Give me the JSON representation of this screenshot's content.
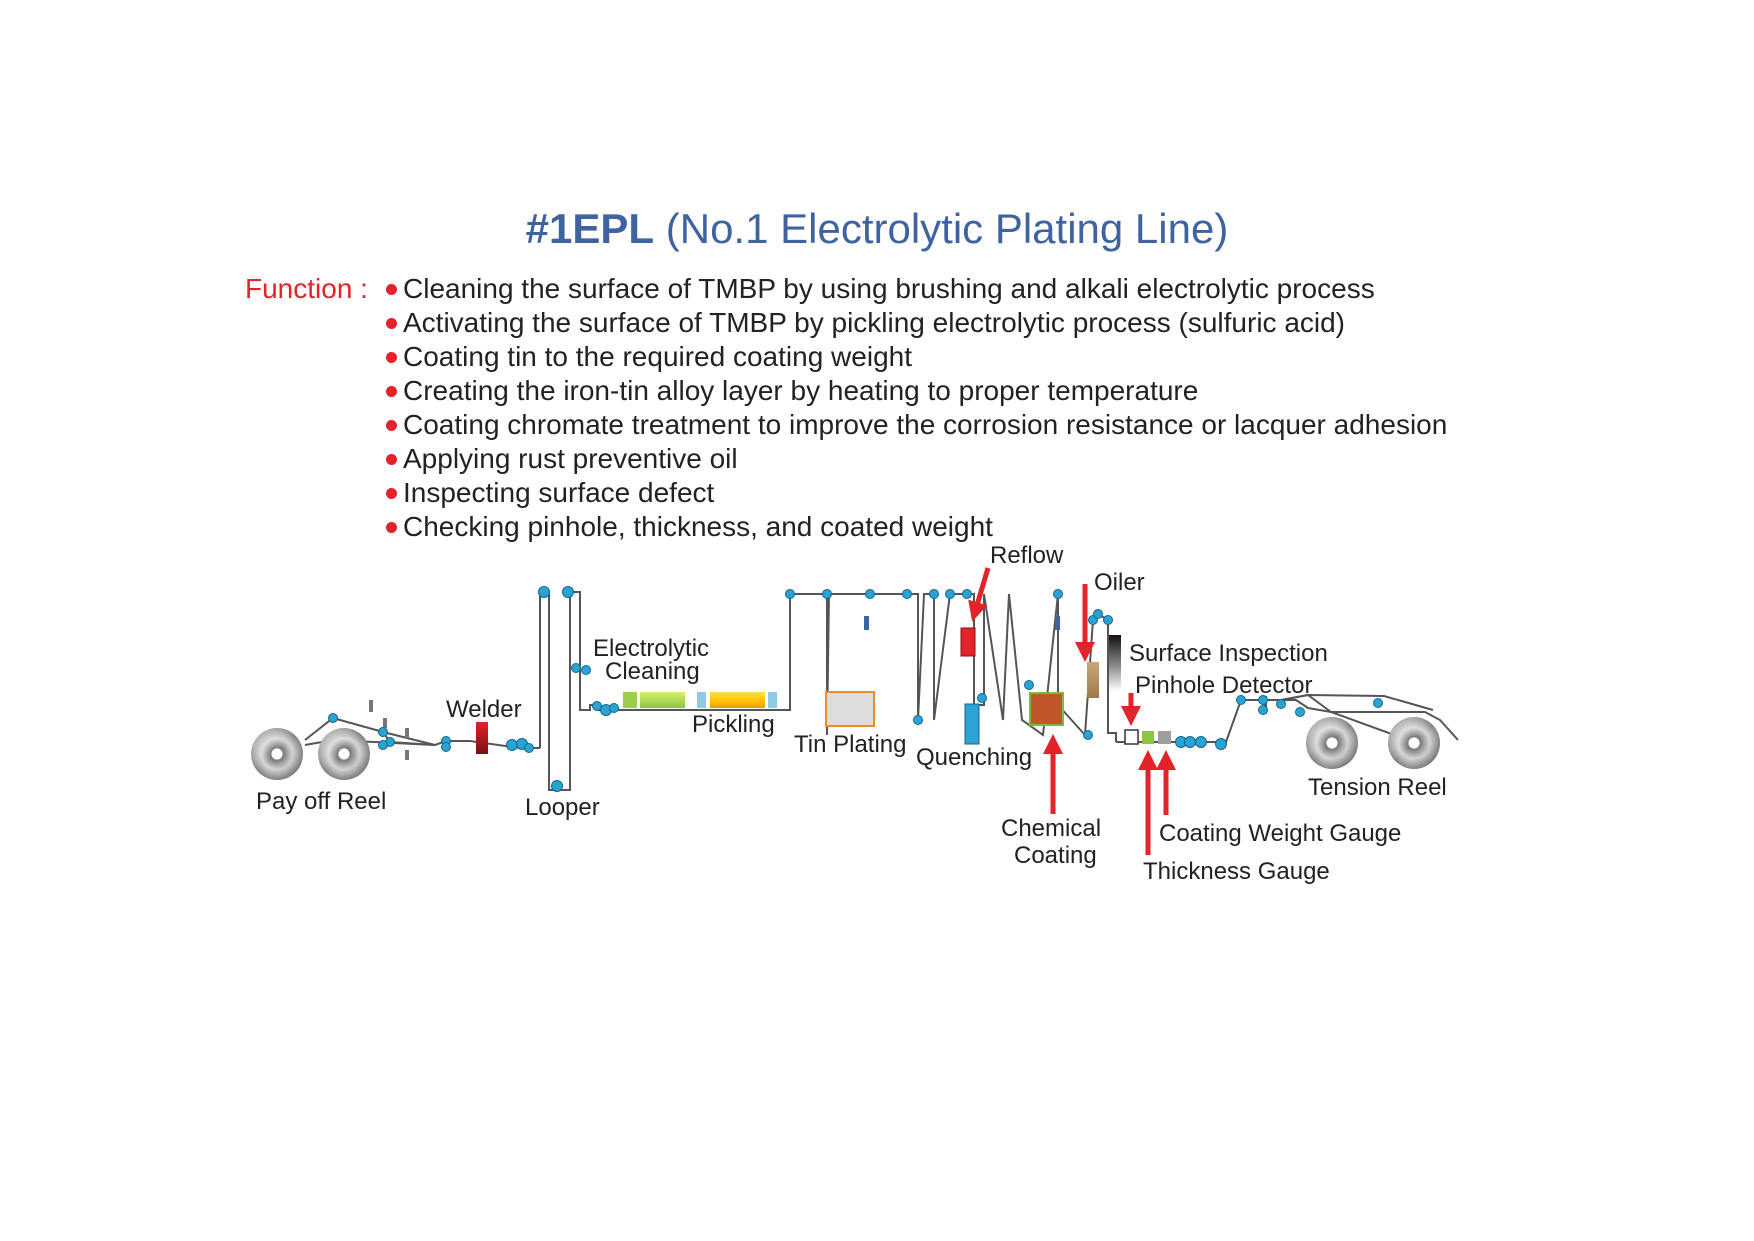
{
  "title": {
    "code": "#1EPL",
    "full_name": "(No.1 Electrolytic Plating Line)"
  },
  "function_label": "Function :",
  "functions": [
    "Cleaning the surface of TMBP by using brushing and alkali electrolytic process",
    "Activating the surface of TMBP by pickling electrolytic process (sulfuric acid)",
    "Coating tin to the required coating weight",
    "Creating the iron-tin alloy layer by heating to proper temperature",
    "Coating chromate treatment to improve the corrosion resistance or lacquer adhesion",
    "Applying rust preventive oil",
    "Inspecting surface defect",
    "Checking pinhole, thickness, and coated weight"
  ],
  "labels": {
    "pay_off_reel": "Pay off Reel",
    "welder": "Welder",
    "looper": "Looper",
    "electrolytic_cleaning_1": "Electrolytic",
    "electrolytic_cleaning_2": "Cleaning",
    "pickling": "Pickling",
    "tin_plating": "Tin Plating",
    "quenching": "Quenching",
    "reflow": "Reflow",
    "chemical_coating_1": "Chemical",
    "chemical_coating_2": "Coating",
    "oiler": "Oiler",
    "surface_inspection": "Surface Inspection",
    "pinhole_detector": "Pinhole Detector",
    "coating_weight_gauge": "Coating Weight Gauge",
    "thickness_gauge": "Thickness Gauge",
    "tension_reel": "Tension Reel"
  },
  "colors": {
    "title": "#3f63a0",
    "accent_red": "#e32229",
    "roll": "#2aa3d4",
    "strip": "#555555"
  }
}
